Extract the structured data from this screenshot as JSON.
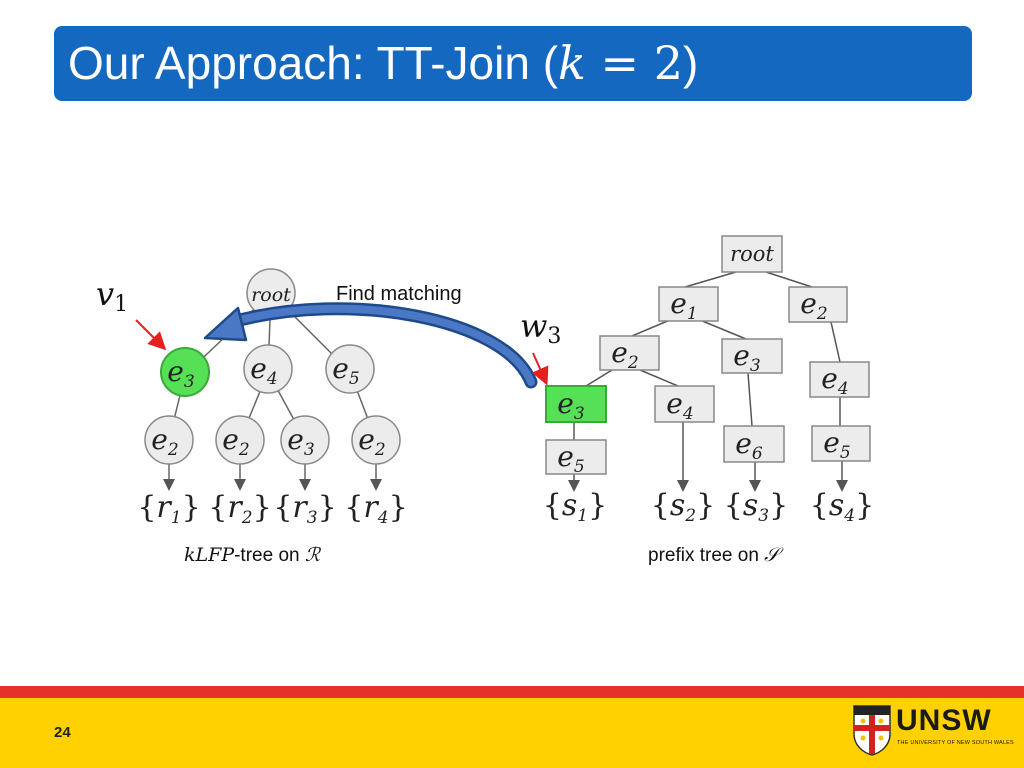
{
  "slide": {
    "title_text": "Our Approach: TT-Join (",
    "title_math": {
      "k": "k",
      "eq": " = ",
      "two": "2"
    },
    "title_close": ")",
    "page_number": "24"
  },
  "colors": {
    "title_bg": "#1468c0",
    "highlight_green": "#55e055",
    "arrow_blue": "#2f5fae",
    "pointer_red": "#e52020",
    "footer_red": "#e5332a",
    "footer_yellow": "#ffd100"
  },
  "labels": {
    "find_matching": "Find matching",
    "v1": {
      "base": "v",
      "sub": "1"
    },
    "w3": {
      "base": "w",
      "sub": "3"
    },
    "left_caption": {
      "math": "kLFP",
      "text": "-tree on ",
      "set": "ℛ"
    },
    "right_caption": {
      "text": "prefix tree on ",
      "set": "𝒮"
    }
  },
  "left_tree": {
    "root": "root",
    "level1": [
      {
        "base": "e",
        "sub": "3",
        "highlight": true
      },
      {
        "base": "e",
        "sub": "4"
      },
      {
        "base": "e",
        "sub": "5"
      }
    ],
    "level2": [
      {
        "base": "e",
        "sub": "2"
      },
      {
        "base": "e",
        "sub": "2"
      },
      {
        "base": "e",
        "sub": "3"
      },
      {
        "base": "e",
        "sub": "2"
      }
    ],
    "leaves": [
      {
        "base": "r",
        "sub": "1"
      },
      {
        "base": "r",
        "sub": "2"
      },
      {
        "base": "r",
        "sub": "3"
      },
      {
        "base": "r",
        "sub": "4"
      }
    ]
  },
  "right_tree": {
    "root": "root",
    "nodes": [
      {
        "base": "e",
        "sub": "1"
      },
      {
        "base": "e",
        "sub": "2"
      },
      {
        "base": "e",
        "sub": "2"
      },
      {
        "base": "e",
        "sub": "3"
      },
      {
        "base": "e",
        "sub": "4"
      },
      {
        "base": "e",
        "sub": "3",
        "highlight": true
      },
      {
        "base": "e",
        "sub": "4"
      },
      {
        "base": "e",
        "sub": "5"
      },
      {
        "base": "e",
        "sub": "6"
      },
      {
        "base": "e",
        "sub": "5"
      }
    ],
    "leaves": [
      {
        "base": "s",
        "sub": "1"
      },
      {
        "base": "s",
        "sub": "2"
      },
      {
        "base": "s",
        "sub": "3"
      },
      {
        "base": "s",
        "sub": "4"
      }
    ]
  },
  "footer": {
    "logo_word": "UNSW",
    "logo_tagline": "THE UNIVERSITY OF NEW SOUTH WALES"
  }
}
